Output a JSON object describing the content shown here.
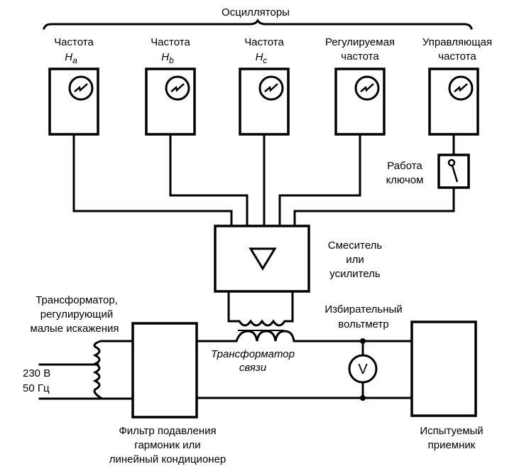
{
  "diagram": {
    "group_label": "Осцилляторы",
    "oscillators": [
      {
        "line1": "Частота",
        "line2": "H",
        "sub": "a",
        "italic": true
      },
      {
        "line1": "Частота",
        "line2": "H",
        "sub": "b",
        "italic": true
      },
      {
        "line1": "Частота",
        "line2": "H",
        "sub": "c",
        "italic": true
      },
      {
        "line1": "Регулируемая",
        "line2": "частота",
        "sub": "",
        "italic": false
      },
      {
        "line1": "Управляющая",
        "line2": "частота",
        "sub": "",
        "italic": false
      }
    ],
    "key_switch": {
      "line1": "Работа",
      "line2": "ключом"
    },
    "mixer": {
      "line1": "Смеситель",
      "line2": "или",
      "line3": "усилитель"
    },
    "distortion_transformer": {
      "line1": "Трансформатор,",
      "line2": "регулирующий",
      "line3": "малые искажения"
    },
    "mains": {
      "line1": "230 В",
      "line2": "50 Гц"
    },
    "filter": {
      "line1": "Фильтр подавления",
      "line2": "гармоник или",
      "line3": "линейный кондиционер"
    },
    "coupling_transformer": {
      "line1": "Трансформатор",
      "line2": "связи"
    },
    "voltmeter": {
      "line1": "Избирательный",
      "line2": "вольтметр",
      "symbol": "V"
    },
    "receiver": {
      "line1": "Испытуемый",
      "line2": "приемник"
    },
    "icons": {
      "oscillator": "sine-wave-generator-icon",
      "amplifier": "triangle-amplifier-icon",
      "switch": "key-switch-icon",
      "voltmeter": "voltmeter-icon"
    }
  }
}
